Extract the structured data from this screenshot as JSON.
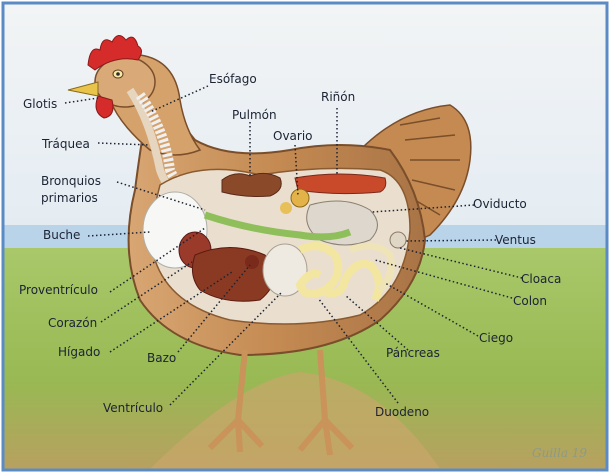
{
  "diagram": {
    "labels": {
      "glotis": "Glotis",
      "esofago": "Esófago",
      "pulmon": "Pulmón",
      "rinon": "Riñón",
      "ovario": "Ovario",
      "traquea": "Tráquea",
      "bronquios_1": "Bronquios",
      "bronquios_2": "primarios",
      "oviducto": "Oviducto",
      "buche": "Buche",
      "ventus": "Ventus",
      "cloaca": "Cloaca",
      "proventriculo": "Proventrículo",
      "colon": "Colon",
      "corazon": "Corazón",
      "ciego": "Ciego",
      "higado": "Hígado",
      "pancreas": "Páncreas",
      "bazo": "Bazo",
      "ventriculo": "Ventrículo",
      "duodeno": "Duodeno"
    },
    "signature": "Guilla 19",
    "colors": {
      "frame": "#5b8bc4",
      "sky": "#e8eef3",
      "grass": "#9dbf5a",
      "body": "#c9955f",
      "comb": "#d52b2b",
      "liver": "#8a3a22",
      "kidney": "#c94a2a",
      "intestine": "#f2e6a0",
      "label_text": "#1c2333"
    }
  }
}
